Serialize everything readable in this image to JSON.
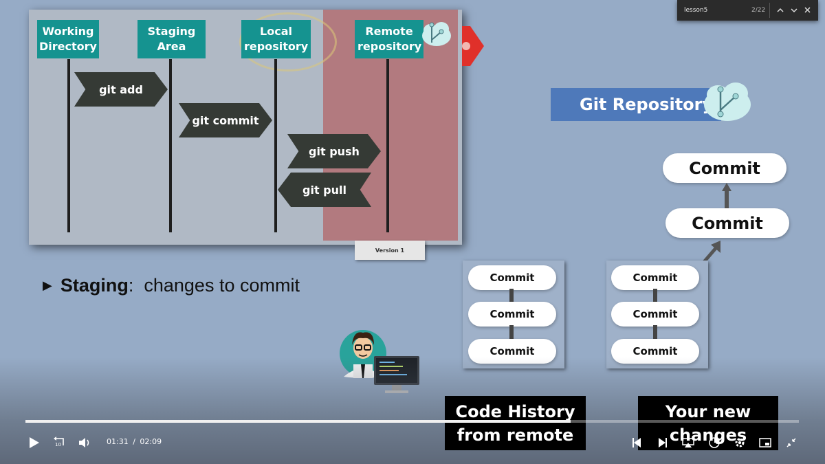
{
  "diagram": {
    "lanes": [
      "Working Directory",
      "Staging Area",
      "Local repository",
      "Remote repository"
    ],
    "commands": [
      "git add",
      "git commit",
      "git push",
      "git pull"
    ],
    "version_tab": "Version 1"
  },
  "repo": {
    "title": "Git Repository",
    "top_commits": [
      "Commit",
      "Commit"
    ],
    "left_stack": [
      "Commit",
      "Commit",
      "Commit"
    ],
    "right_stack": [
      "Commit",
      "Commit",
      "Commit"
    ]
  },
  "bullet": {
    "term": "Staging",
    "text": "changes to commit"
  },
  "captions": {
    "code_history": [
      "Code History",
      "from remote"
    ],
    "new_changes": [
      "Your new",
      "changes"
    ]
  },
  "findbar": {
    "query": "lesson5",
    "count": "2/22"
  },
  "player": {
    "current_time": "01:31",
    "separator": "/",
    "duration": "02:09",
    "progress": 0.705,
    "rewind_seconds": "10"
  },
  "colors": {
    "background": "#96abc6",
    "lane_label": "#159390",
    "command_arrow": "#353a35",
    "remote_zone": "#b27a7f",
    "repo_box": "#4e79ba"
  }
}
